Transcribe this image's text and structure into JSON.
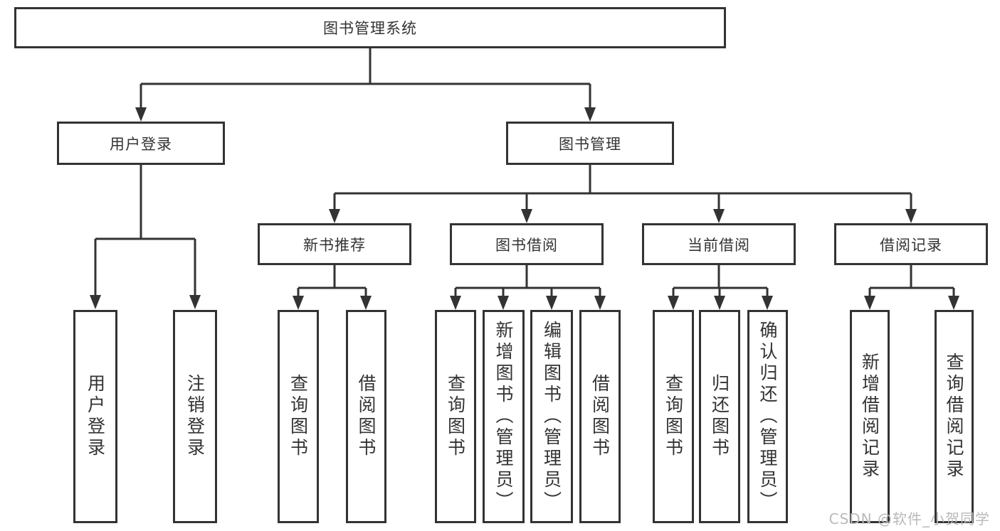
{
  "diagram": {
    "title": "图书管理系统",
    "colors": {
      "line": "#333333",
      "text": "#333333",
      "background": "#ffffff",
      "watermark_color": "#b9b9b9"
    },
    "tree": {
      "root": {
        "label": "图书管理系统"
      },
      "branches": [
        {
          "label": "用户登录",
          "children": [
            {
              "label": "用户登录"
            },
            {
              "label": "注销登录"
            }
          ]
        },
        {
          "label": "图书管理",
          "children": [
            {
              "label": "新书推荐",
              "children": [
                {
                  "label": "查询图书"
                },
                {
                  "label": "借阅图书"
                }
              ]
            },
            {
              "label": "图书借阅",
              "children": [
                {
                  "label": "查询图书"
                },
                {
                  "label": "新增图书（管理员）"
                },
                {
                  "label": "编辑图书（管理员）"
                },
                {
                  "label": "借阅图书"
                }
              ]
            },
            {
              "label": "当前借阅",
              "children": [
                {
                  "label": "查询图书"
                },
                {
                  "label": "归还图书"
                },
                {
                  "label": "确认归还（管理员）"
                }
              ]
            },
            {
              "label": "借阅记录",
              "children": [
                {
                  "label": "新增借阅记录"
                },
                {
                  "label": "查询借阅记录"
                }
              ]
            }
          ]
        }
      ]
    }
  },
  "watermark": "CSDN @软件_小贺同学"
}
